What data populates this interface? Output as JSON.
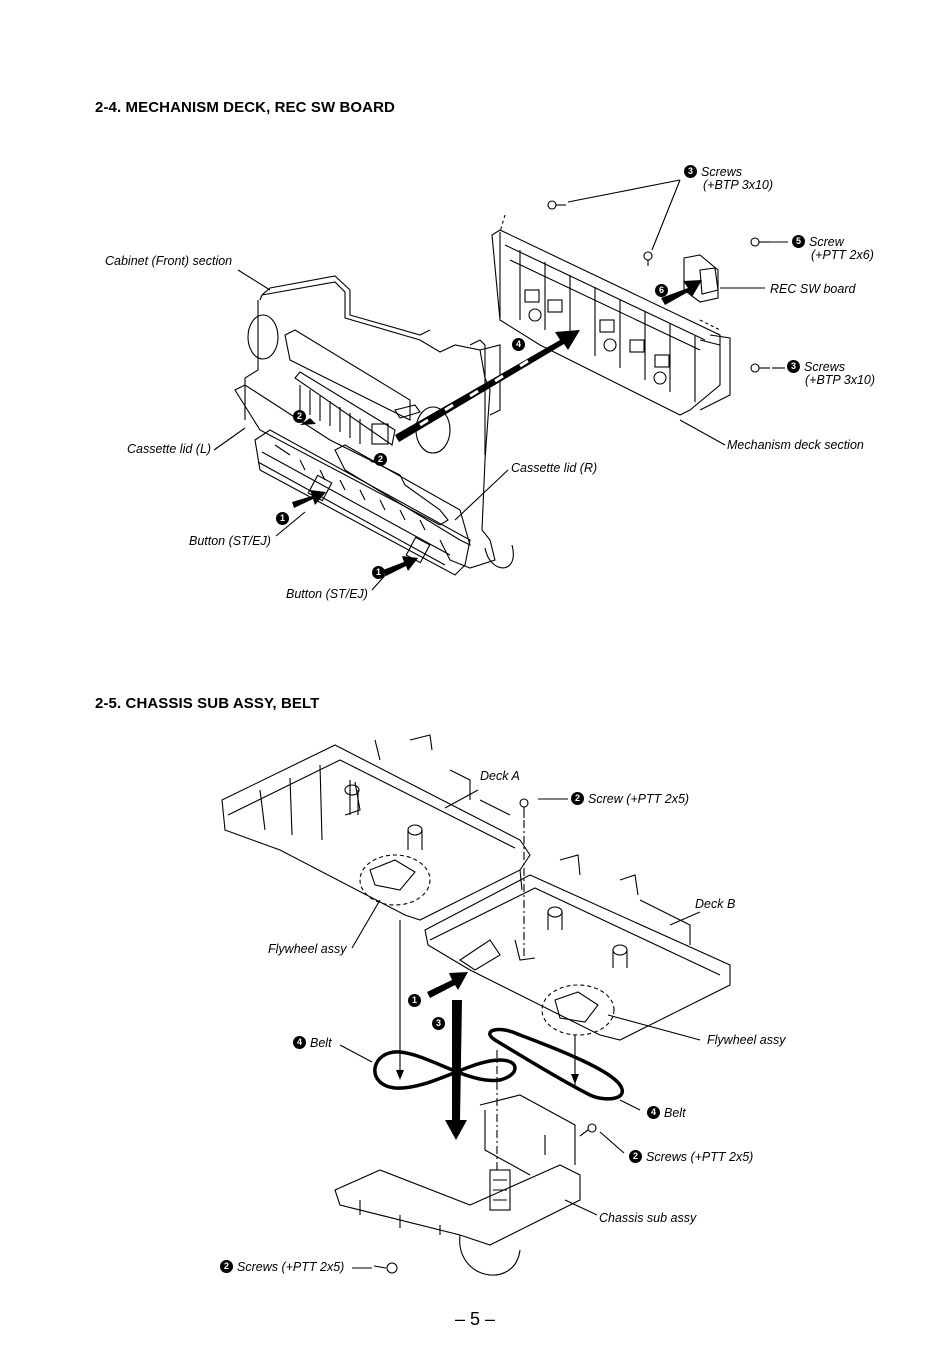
{
  "sections": [
    {
      "title": "2-4. MECHANISM DECK, REC SW BOARD"
    },
    {
      "title": "2-5. CHASSIS SUB ASSY, BELT"
    }
  ],
  "fig1": {
    "labels": {
      "screws_top": {
        "num": "3",
        "line1": "Screws",
        "line2": "(+BTP 3x10)"
      },
      "screw_ptt": {
        "num": "5",
        "line1": "Screw",
        "line2": "(+PTT 2x6)"
      },
      "rec_sw_board": "REC SW board",
      "screws_bottom": {
        "num": "3",
        "line1": "Screws",
        "line2": "(+BTP 3x10)"
      },
      "mechanism_deck_section": "Mechanism deck section",
      "cabinet_front": "Cabinet (Front) section",
      "cassette_lid_l": "Cassette lid (L)",
      "cassette_lid_r": "Cassette lid (R)",
      "button_1": "Button (ST/EJ)",
      "button_2": "Button (ST/EJ)"
    },
    "step_numbers": {
      "s1a": "1",
      "s1b": "1",
      "s2a": "2",
      "s2b": "2",
      "s4": "4",
      "s6": "6"
    }
  },
  "fig2": {
    "labels": {
      "deck_a": "Deck A",
      "screw_top": {
        "num": "2",
        "text": "Screw (+PTT 2x5)"
      },
      "deck_b": "Deck B",
      "flywheel_left": "Flywheel assy",
      "flywheel_right": "Flywheel assy",
      "belt_left": {
        "num": "4",
        "text": "Belt"
      },
      "belt_right": {
        "num": "4",
        "text": "Belt"
      },
      "screws_right": {
        "num": "2",
        "text": "Screws (+PTT 2x5)"
      },
      "chassis_sub_assy": "Chassis sub assy",
      "screws_bottom": {
        "num": "2",
        "text": "Screws (+PTT 2x5)"
      }
    },
    "step_numbers": {
      "s1": "1",
      "s3": "3"
    }
  },
  "page_number": "– 5 –"
}
